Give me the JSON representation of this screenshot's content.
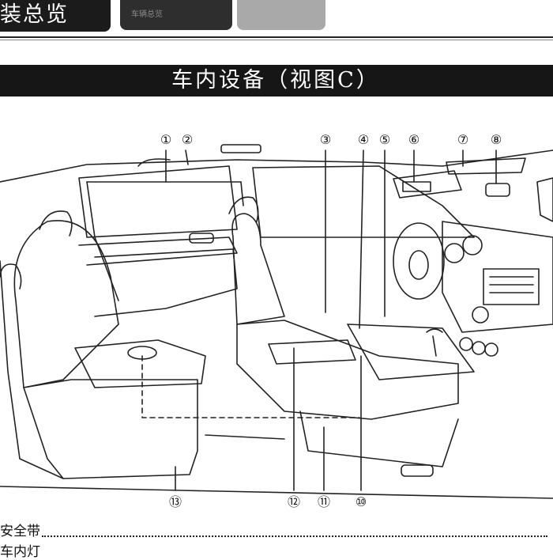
{
  "header": {
    "section_tab": "装总览",
    "secondary_tab": "车辆总览"
  },
  "page_title": "车内设备（视图C）",
  "callouts": [
    "①",
    "②",
    "③",
    "④",
    "⑤",
    "⑥",
    "⑦",
    "⑧",
    "⑩",
    "⑪",
    "⑫",
    "⑬"
  ],
  "index_list": [
    {
      "label": "安全带"
    },
    {
      "label": "车内灯"
    }
  ]
}
